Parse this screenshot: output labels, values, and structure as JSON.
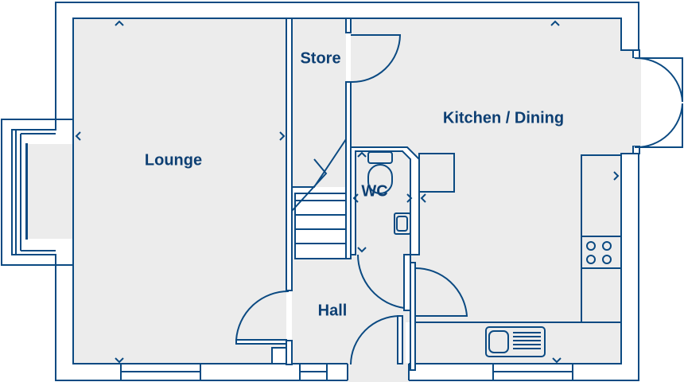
{
  "rooms": {
    "lounge": "Lounge",
    "store": "Store",
    "kitchen": "Kitchen / Dining",
    "wc": "WC",
    "hall": "Hall"
  },
  "colors": {
    "line": "#0b4a82",
    "floor": "#ececec",
    "label": "#0d3f73"
  }
}
